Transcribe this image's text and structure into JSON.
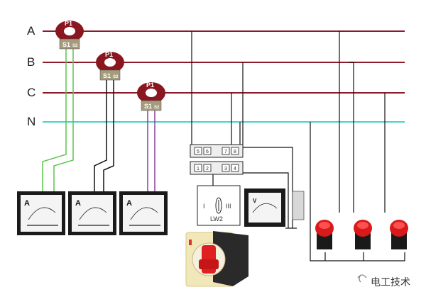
{
  "bus": {
    "a_label": "A",
    "b_label": "B",
    "c_label": "C",
    "n_label": "N",
    "phase_color": "#8b1a2a",
    "neutral_color": "#3fd6c8"
  },
  "ct": {
    "primary_label": "P1",
    "secondary_label": "S1",
    "secondary_label_2": "S2",
    "body_color": "#8a1620"
  },
  "ammeters": [
    {
      "unit": "A"
    },
    {
      "unit": "A"
    },
    {
      "unit": "A"
    }
  ],
  "voltmeter": {
    "unit": "V"
  },
  "selector_switch": {
    "label": "LW2",
    "left_mark": "I",
    "right_mark": "III",
    "terminals_top": [
      "5",
      "6",
      "7",
      "8"
    ],
    "terminals_bottom": [
      "1",
      "2",
      "3",
      "4"
    ]
  },
  "watermark": {
    "text": "电工技术"
  },
  "colors": {
    "wire_green": "#59c64a",
    "wire_purple": "#8a3f9a",
    "wire_black": "#111111",
    "lamp_red": "#d91a1a",
    "knob_red": "#e02020"
  }
}
